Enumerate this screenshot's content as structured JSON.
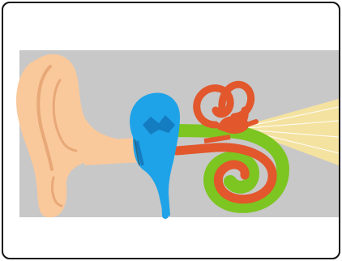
{
  "diagram": {
    "subject": "ear-anatomy",
    "colors": {
      "background_panel": "#c8c8c8",
      "outer_ear": "#f9c89b",
      "middle_ear": "#1fa3e8",
      "cochlea_outer": "#7dc521",
      "cochlea_inner": "#e2572c",
      "semicircular_canals": "#e2572c",
      "auditory_nerve": "#f4e2a0",
      "outline": "#1a1a1a"
    },
    "parts": [
      "outer-ear",
      "ear-canal",
      "middle-ear",
      "eustachian-tube",
      "semicircular-canals",
      "cochlea",
      "auditory-nerve"
    ]
  }
}
